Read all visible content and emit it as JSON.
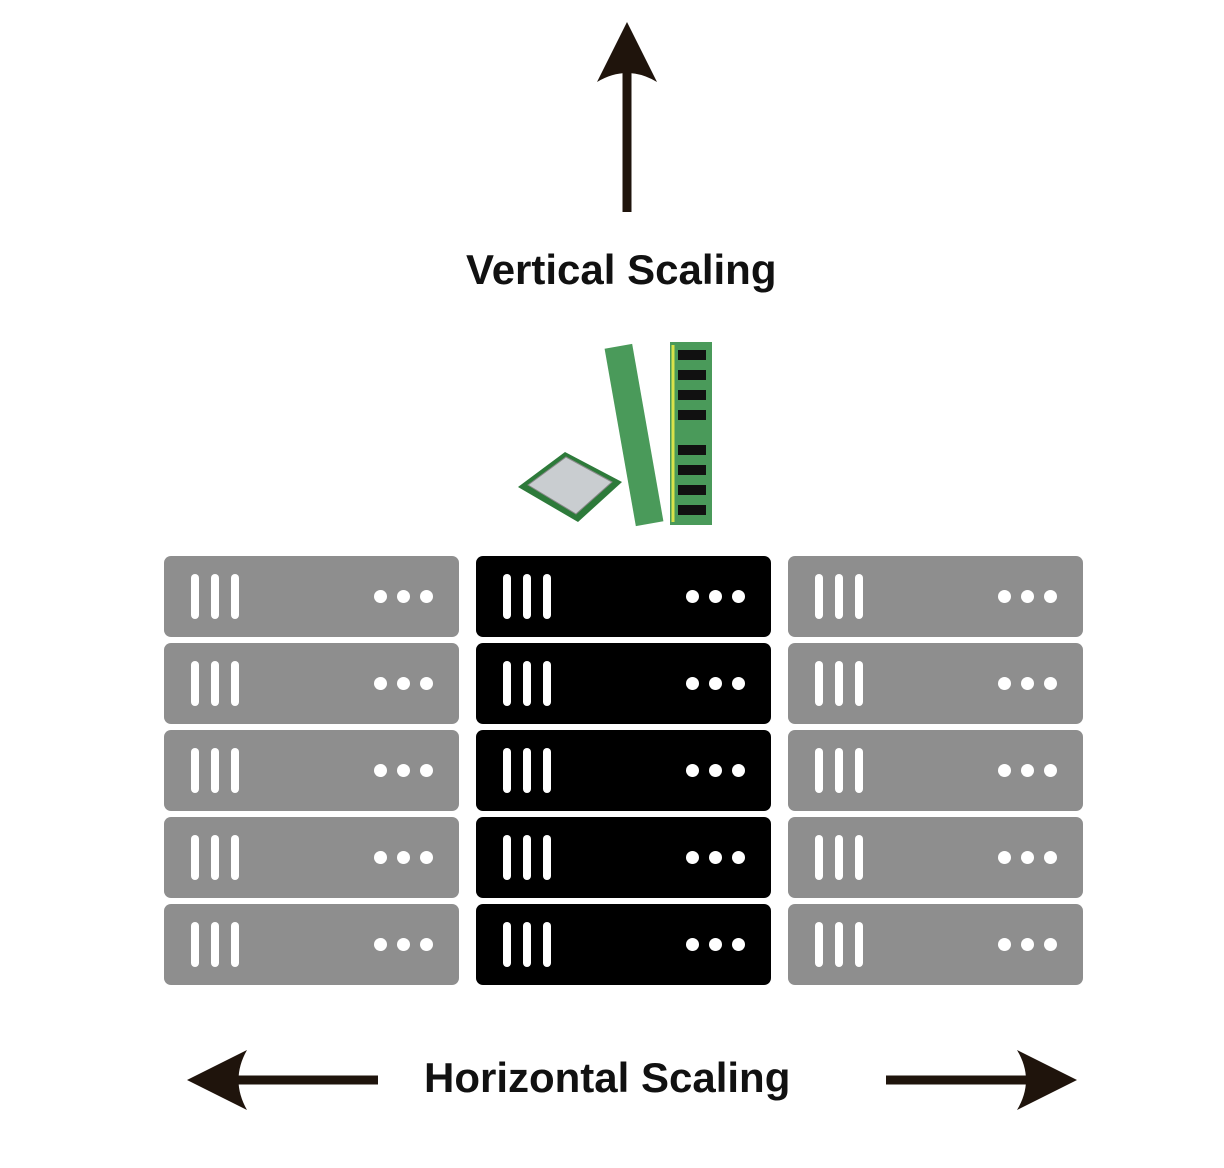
{
  "labels": {
    "vertical": "Vertical Scaling",
    "horizontal": "Horizontal Scaling"
  },
  "colors": {
    "arrow": "#1f140c",
    "server_active": "#000000",
    "server_inactive": "#8e8e8e"
  },
  "racks": [
    {
      "name": "left",
      "units": 5,
      "active": false
    },
    {
      "name": "center",
      "units": 5,
      "active": true
    },
    {
      "name": "right",
      "units": 5,
      "active": false
    }
  ]
}
